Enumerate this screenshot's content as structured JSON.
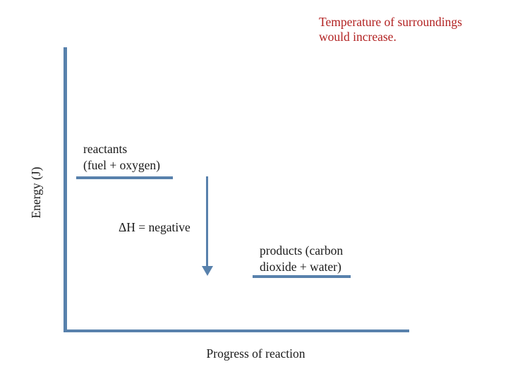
{
  "colors": {
    "line_blue": "#5881AC",
    "annotation_red": "#B22222",
    "text_black": "#1a1a1a",
    "background": "#ffffff"
  },
  "annotation": {
    "line1": "Temperature of surroundings",
    "line2": "would increase."
  },
  "axes": {
    "y_label": "Energy (J)",
    "x_label": "Progress of reaction"
  },
  "levels": {
    "reactants": {
      "line1": "reactants",
      "line2": "(fuel + oxygen)"
    },
    "products": {
      "line1": "products (carbon",
      "line2": "dioxide + water)"
    }
  },
  "arrow": {
    "label": "ΔH = negative",
    "direction": "down"
  }
}
